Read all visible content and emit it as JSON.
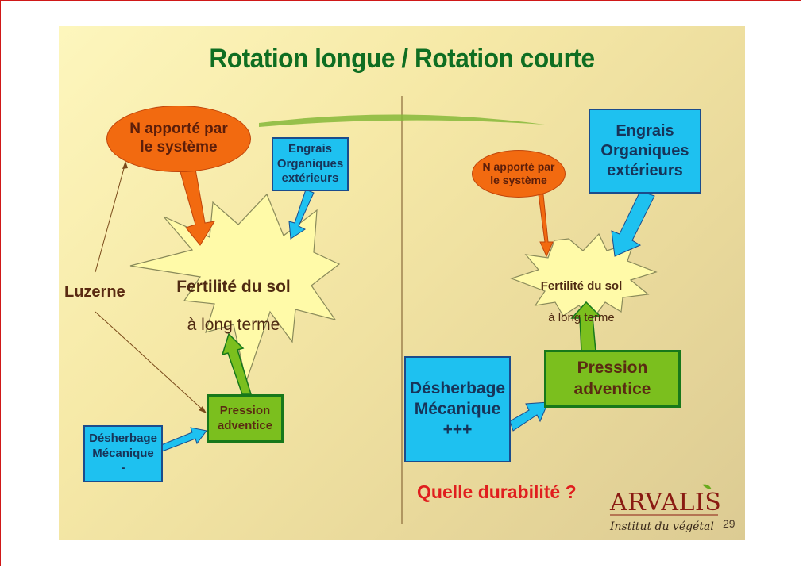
{
  "slide": {
    "title": "Rotation longue / Rotation courte",
    "page_number": "29"
  },
  "left": {
    "n_oval": "N apporté par\nle système",
    "engrais_box": "Engrais\nOrganiques\nextérieurs",
    "star_line1": "Fertilité du sol",
    "star_line2": "à long terme",
    "luzerne": "Luzerne",
    "pression_box": "Pression\nadventice",
    "desherbage_box": "Désherbage\nMécanique\n-"
  },
  "right": {
    "n_oval": "N apporté par\nle système",
    "engrais_box": "Engrais\nOrganiques\nextérieurs",
    "star_line1": "Fertilité du sol",
    "star_line2": "à long terme",
    "pression_box": "Pression\nadventice",
    "desherbage_box": "Désherbage\nMécanique\n+++"
  },
  "question": "Quelle durabilité ?",
  "logo": {
    "name": "ARVALIS",
    "tagline": "Institut du végétal"
  },
  "colors": {
    "title_green": "#0f6e22",
    "orange": "#f26a10",
    "blue_box": "#1ec1f0",
    "green_box": "#7bbf1e",
    "star_fill": "#fffaa8",
    "question_red": "#e01e1e"
  }
}
